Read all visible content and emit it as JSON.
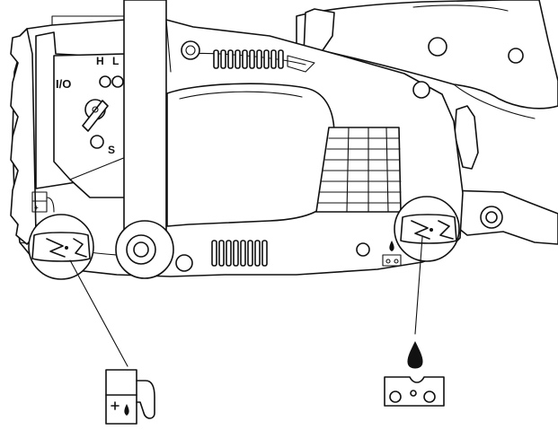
{
  "figure": {
    "switch_labels": {
      "high_speed": "H",
      "low_speed": "L",
      "idle_speed": "S",
      "stop_switch": "I/O"
    },
    "callouts": [
      {
        "id": "fuel-cap",
        "symbol": "fuel-pump-icon"
      },
      {
        "id": "oil-cap",
        "symbol": "chain-oil-icon"
      }
    ],
    "line_color": "#111111",
    "background": "#ffffff"
  }
}
